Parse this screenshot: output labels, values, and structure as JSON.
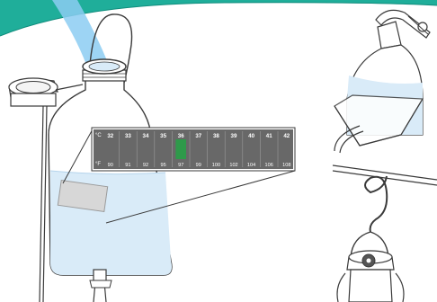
{
  "thermometer_strip": {
    "celsius_unit": "°C",
    "fahrenheit_unit": "°F",
    "celsius_values": [
      "32",
      "33",
      "34",
      "35",
      "36",
      "37",
      "38",
      "39",
      "40",
      "41",
      "42"
    ],
    "fahrenheit_values": [
      "90",
      "91",
      "92",
      "95",
      "97",
      "99",
      "100",
      "102",
      "104",
      "106",
      "108"
    ],
    "active_index": 4
  },
  "colors": {
    "header_band": "#1fae9a",
    "water_pour": "#8ccdf2",
    "bag_fill": "#d9ebf8",
    "strip_bg": "#686868",
    "strip_active": "#2e9a4a",
    "outline": "#3a3a3a"
  }
}
